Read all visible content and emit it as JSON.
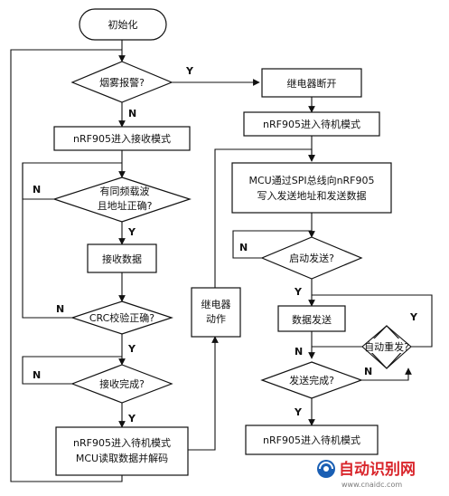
{
  "nodes": {
    "start": "初始化",
    "smoke": "烟雾报警?",
    "relay_off": "继电器断开",
    "rx_mode": "nRF905进入接收模式",
    "standby1": "nRF905进入待机模式",
    "carrier_1": "有同频载波",
    "carrier_2": "且地址正确?",
    "mcu_spi_1": "MCU通过SPI总线向nRF905",
    "mcu_spi_2": "写入发送地址和发送数据",
    "start_send": "启动发送?",
    "receive": "接收数据",
    "relay_act_1": "继电器",
    "relay_act_2": "动作",
    "send_data": "数据发送",
    "crc": "CRC校验正确?",
    "auto_resend": "自动重发?",
    "recv_done": "接收完成?",
    "send_done": "发送完成?",
    "standby_read_1": "nRF905进入待机模式",
    "standby_read_2": "MCU读取数据并解码",
    "standby2": "nRF905进入待机模式"
  },
  "labels": {
    "yes": "Y",
    "no": "N"
  },
  "watermark": {
    "title": "自动识别网",
    "url": "www.cnaidc.com"
  },
  "colors": {
    "line": "#111111",
    "watermark_red": "#d9262c",
    "watermark_blue": "#1a5fb4"
  }
}
